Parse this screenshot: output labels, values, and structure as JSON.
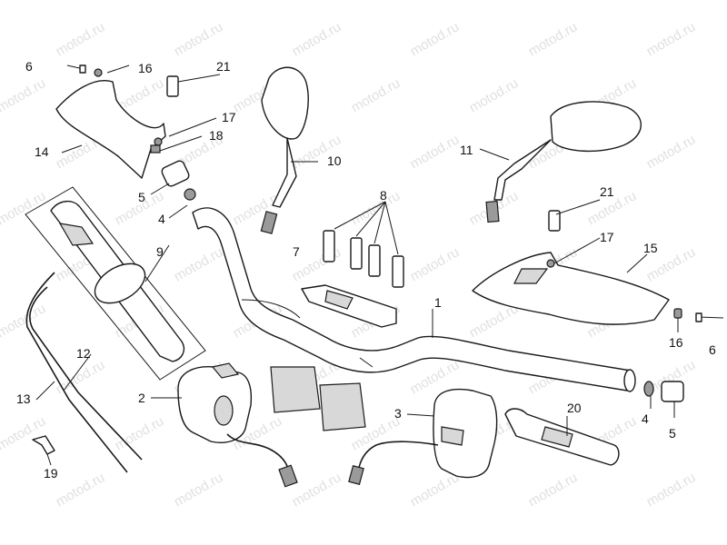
{
  "watermark": "motod.ru",
  "callouts": {
    "c1": "1",
    "c2": "2",
    "c3": "3",
    "c4a": "4",
    "c4b": "4",
    "c5a": "5",
    "c5b": "5",
    "c6a": "6",
    "c6b": "6",
    "c7": "7",
    "c8": "8",
    "c9": "9",
    "c10": "10",
    "c11": "11",
    "c12": "12",
    "c13": "13",
    "c14": "14",
    "c15": "15",
    "c16a": "16",
    "c16b": "16",
    "c17a": "17",
    "c17b": "17",
    "c18": "18",
    "c19": "19",
    "c20": "20",
    "c21a": "21",
    "c21b": "21"
  },
  "colors": {
    "line": "#1a1a1a",
    "watermark": "#c8c8c8",
    "background": "#ffffff"
  }
}
